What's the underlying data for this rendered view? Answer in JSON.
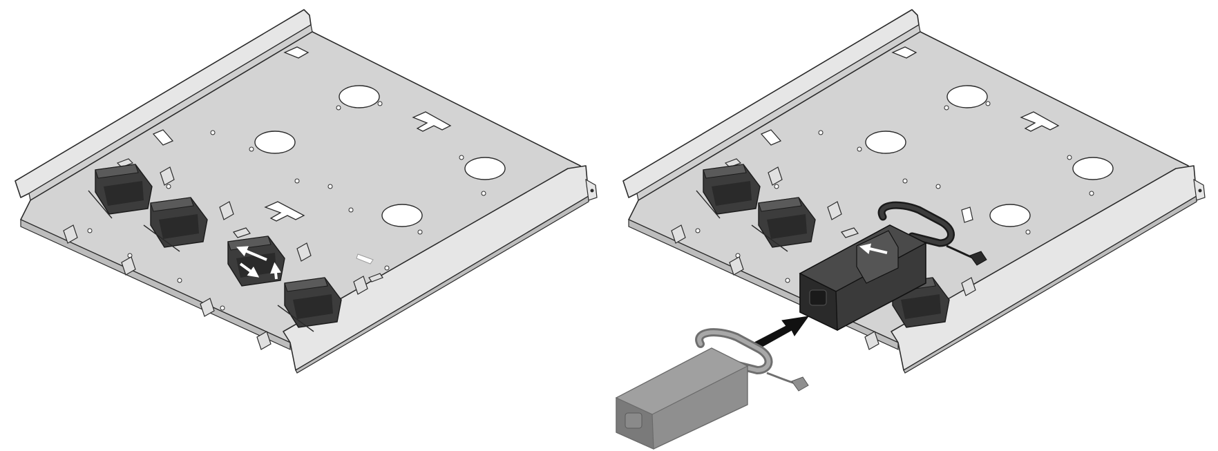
{
  "figure": {
    "panels": [
      {
        "name": "tray-with-clips-step",
        "components": [
          "tray",
          "mounting-clip",
          "clip-direction-arrow",
          "tray-hole",
          "tray-slot",
          "tray-tab"
        ]
      },
      {
        "name": "power-supply-insert-step",
        "components": [
          "tray",
          "mounting-clip",
          "power-supply-brick",
          "power-cord",
          "insert-arrow"
        ]
      }
    ],
    "colors": {
      "tray_face": "#d3d3d3",
      "tray_rail": "#e6e6e6",
      "tray_shadow": "#bdbdbd",
      "outline": "#2b2b2b",
      "clip_dark": "#3c3c3c",
      "clip_shade": "#2a2a2a",
      "psu_gray": "#8f8f8f",
      "psu_gray_dark": "#757575",
      "arrow": "#111111",
      "hole": "#ffffff"
    }
  }
}
